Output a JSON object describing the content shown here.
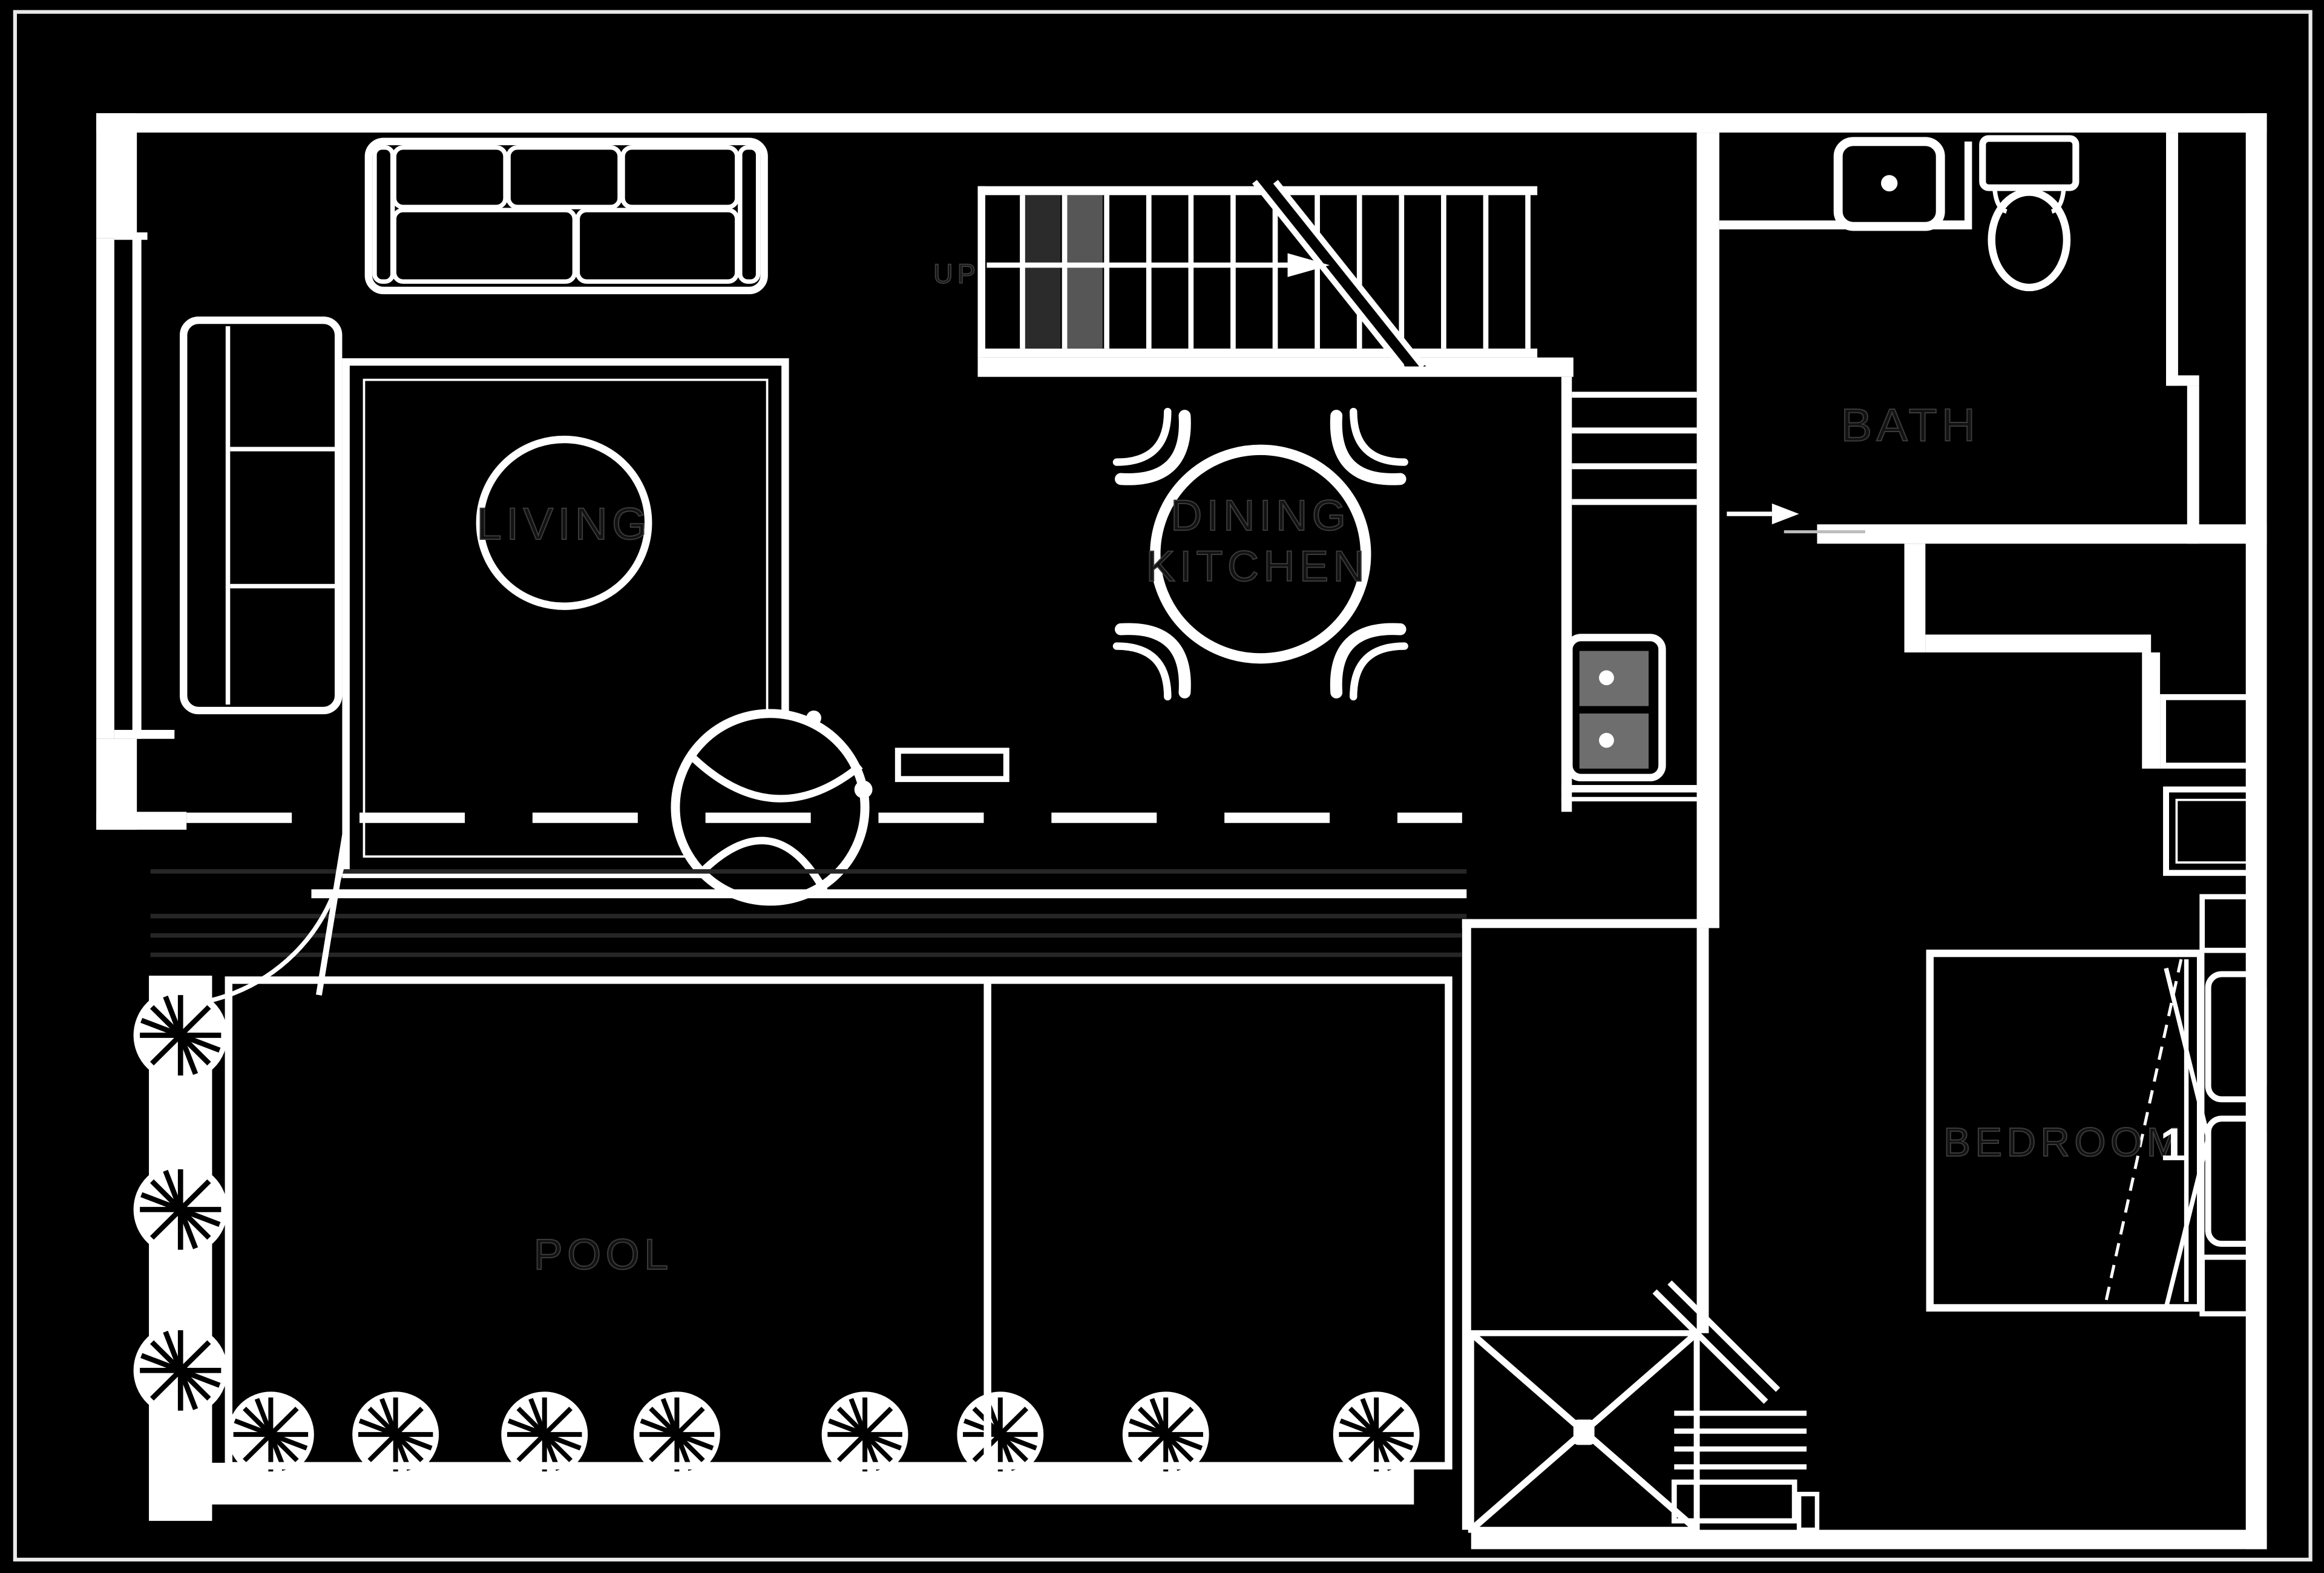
{
  "floorplan": {
    "labels": {
      "living": "LIVING",
      "dining_line1": "DINING",
      "dining_line2": "KITCHEN",
      "bath": "BATH",
      "bedroom": "BEDROOM",
      "bedroom_number": "1",
      "pool": "POOL",
      "stairs_direction": "UP"
    },
    "colors": {
      "background": "#000000",
      "wall_line": "#ffffff",
      "room_label": "#121212",
      "room_label_outline": "#3a3a3a",
      "stair_tread_highlight": "#565656",
      "stair_tread_shadow": "#2b2b2b",
      "sink_basin": "#6e6e6e",
      "deck_board_line": "#262626"
    },
    "symbols": [
      "sofa",
      "armchair",
      "rug",
      "coffee-table",
      "round-chair",
      "dining-table",
      "dining-chairs",
      "staircase",
      "up-arrow",
      "break-line",
      "bathroom-sink",
      "toilet",
      "kitchen-double-sink",
      "entry-arrow",
      "door-swing",
      "bed",
      "pillows",
      "nightstands",
      "closet",
      "storage-box",
      "pool-basin",
      "planter-plants",
      "crossed-floor-box",
      "ramp",
      "exterior-steps"
    ]
  }
}
